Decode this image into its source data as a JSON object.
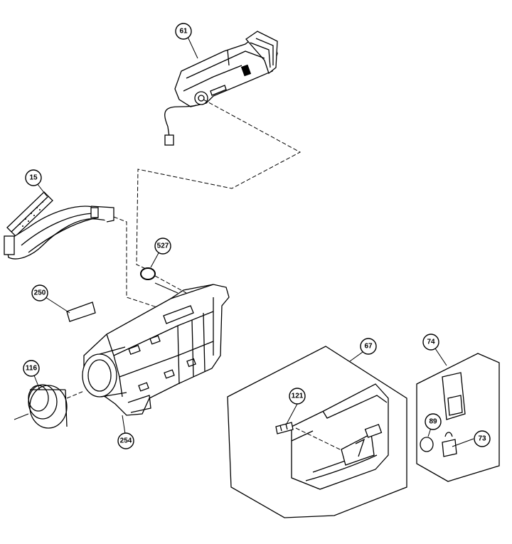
{
  "callouts": [
    {
      "id": "61",
      "label": "61"
    },
    {
      "id": "15",
      "label": "15"
    },
    {
      "id": "527",
      "label": "527"
    },
    {
      "id": "250",
      "label": "250"
    },
    {
      "id": "116",
      "label": "116"
    },
    {
      "id": "254",
      "label": "254"
    },
    {
      "id": "67",
      "label": "67"
    },
    {
      "id": "121",
      "label": "121"
    },
    {
      "id": "74",
      "label": "74"
    },
    {
      "id": "89",
      "label": "89"
    },
    {
      "id": "73",
      "label": "73"
    }
  ]
}
